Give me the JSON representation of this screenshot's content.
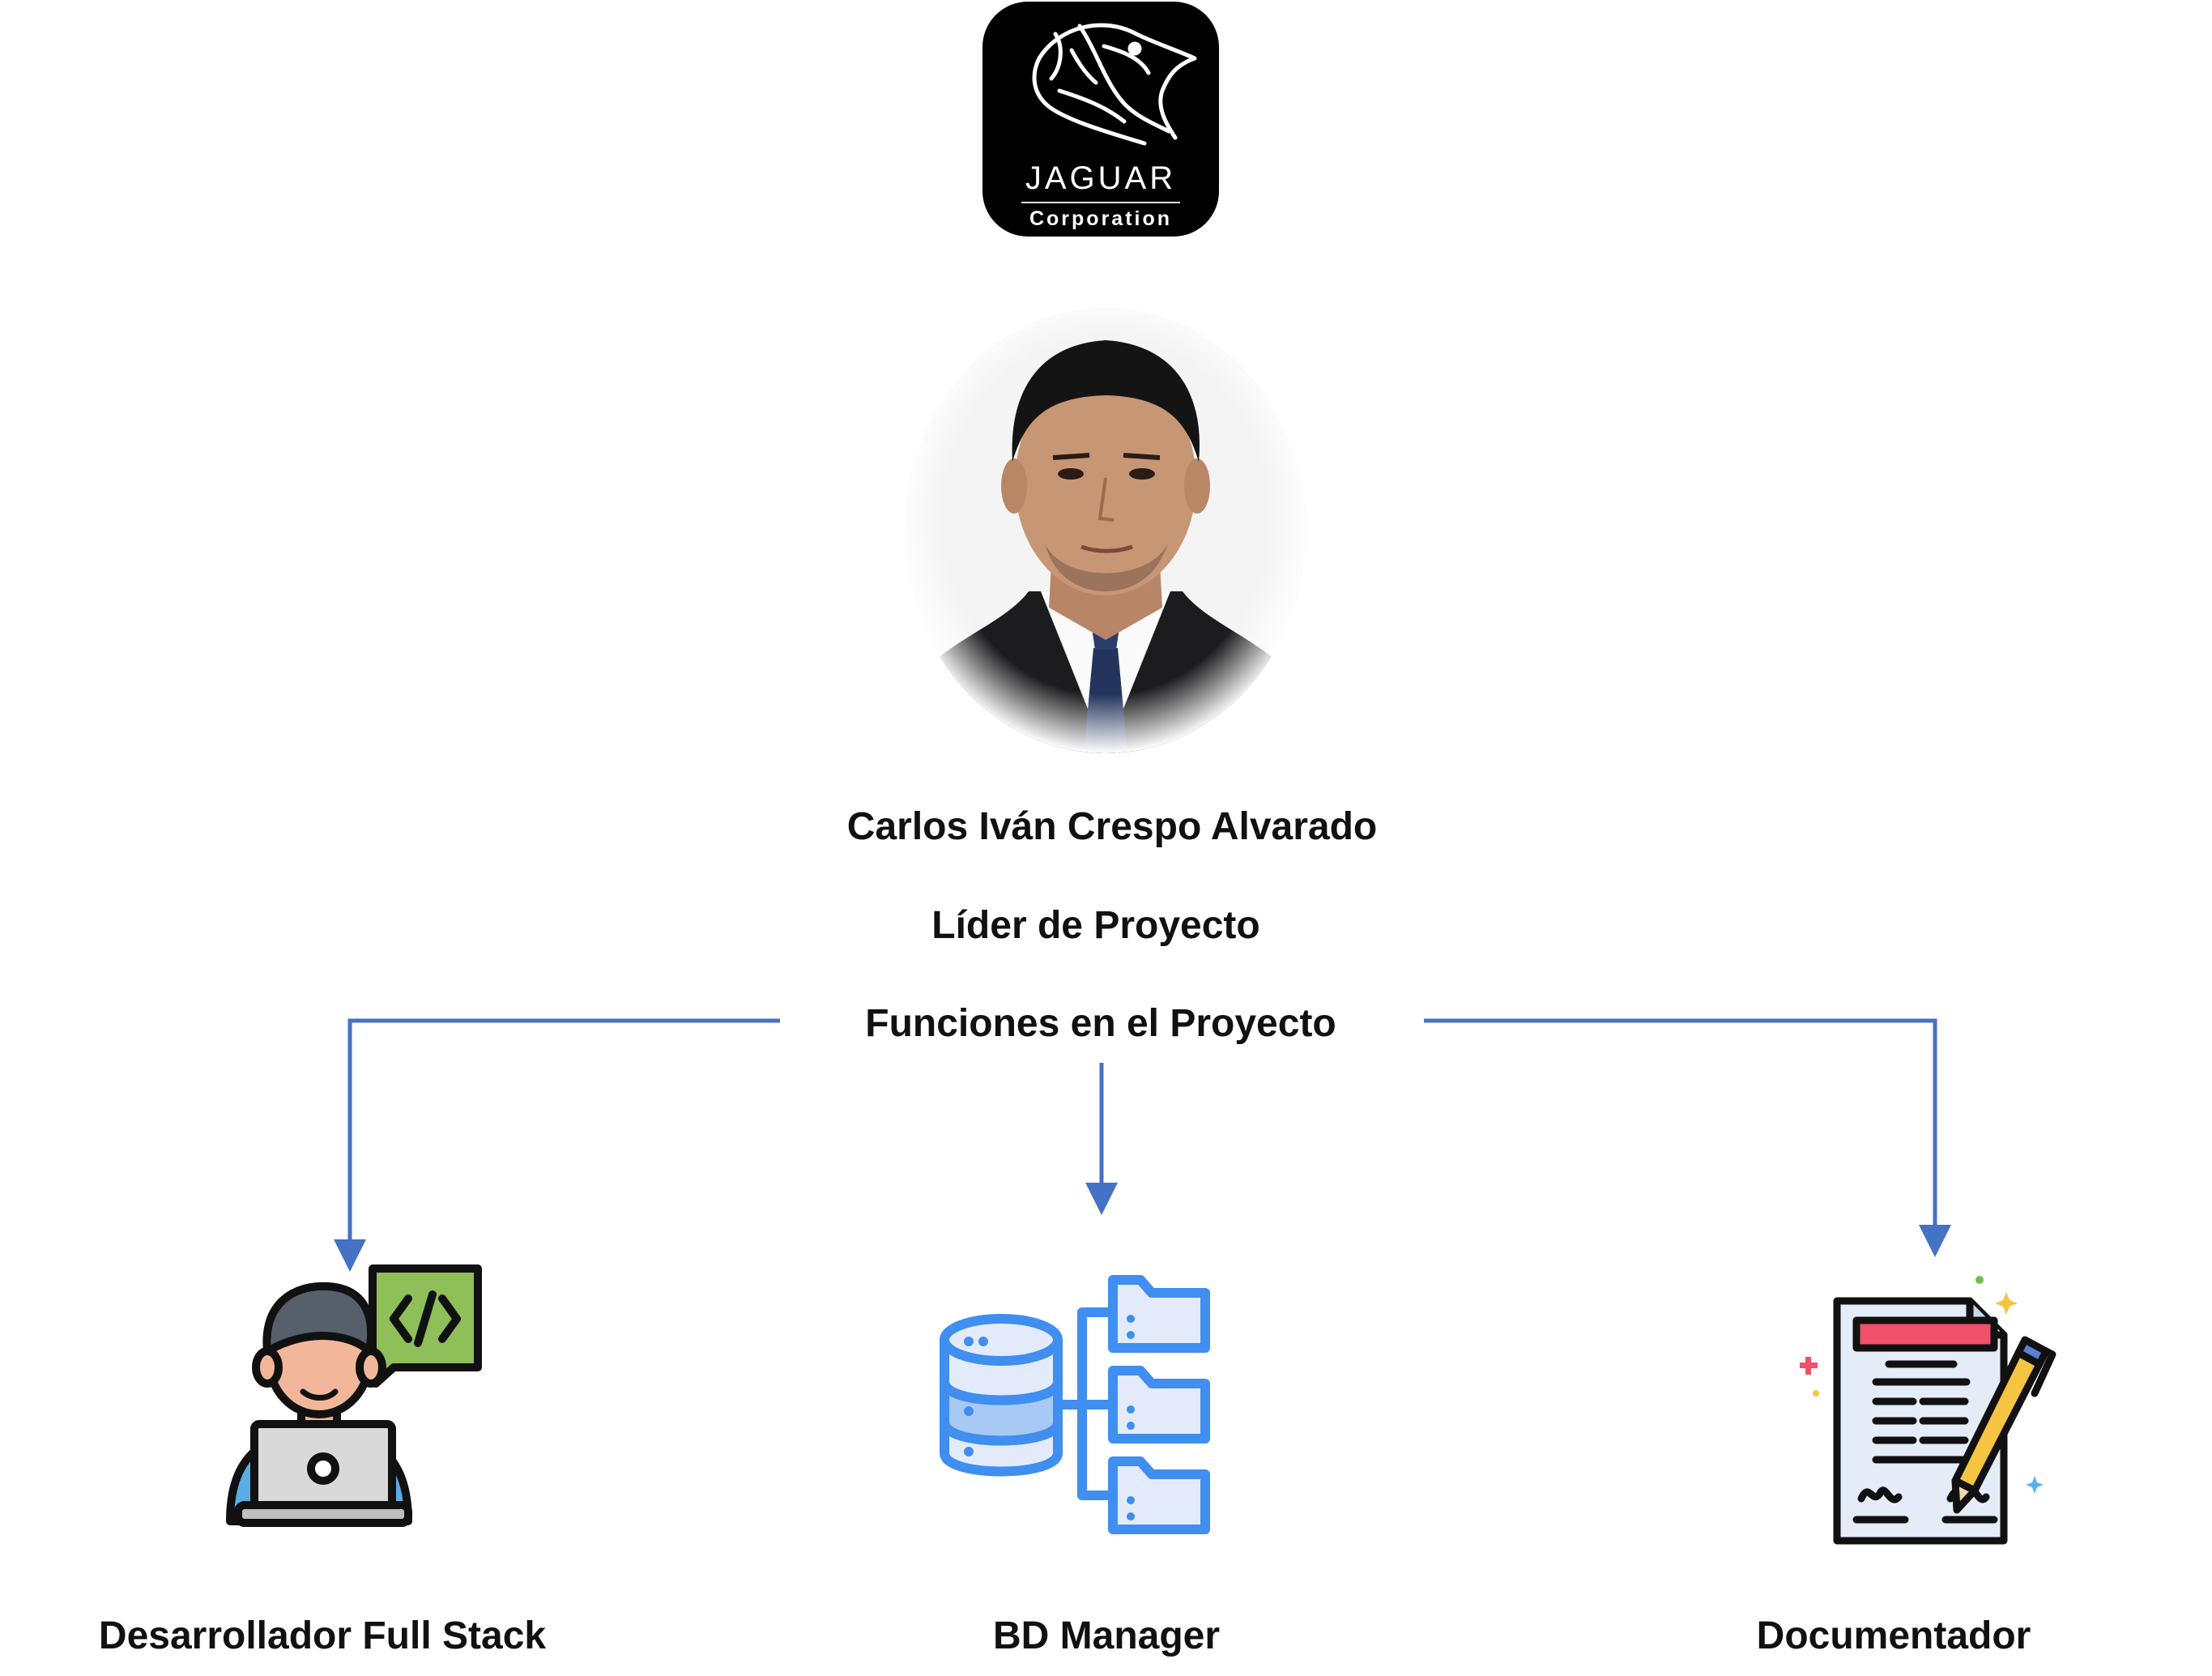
{
  "logo": {
    "name": "JAGUAR",
    "subtitle": "Corporation",
    "icon": "jaguar-head-icon"
  },
  "leader": {
    "name": "Carlos Iván Crespo Alvarado",
    "role": "Líder de Proyecto",
    "functions_heading": "Funciones en el Proyecto",
    "photo": "portrait-photo"
  },
  "roles": [
    {
      "label": "Desarrollador Full Stack",
      "icon": "developer-laptop-icon"
    },
    {
      "label": "BD Manager",
      "icon": "database-folders-icon"
    },
    {
      "label": "Documentador",
      "icon": "document-pen-icon"
    }
  ],
  "colors": {
    "arrow": "#4472C4",
    "text": "#111111",
    "logo_bg": "#000000"
  }
}
